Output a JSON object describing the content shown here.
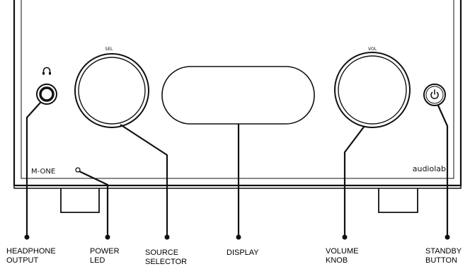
{
  "panel": {
    "sel_label": "SEL",
    "vol_label": "VOL",
    "model_name": "M-ONE",
    "brand_name": "audiolab"
  },
  "callouts": {
    "headphone_output": {
      "line1": "HEADPHONE",
      "line2": "OUTPUT"
    },
    "power_led": {
      "line1": "POWER",
      "line2": "LED"
    },
    "source_selector": {
      "line1": "SOURCE",
      "line2": "SELECTOR"
    },
    "display": {
      "line1": "DISPLAY"
    },
    "volume_knob": {
      "line1": "VOLUME",
      "line2": "KNOB"
    },
    "standby_button": {
      "line1": "STANDBY",
      "line2": "BUTTON"
    }
  },
  "icons": {
    "headphone": "headphone-icon",
    "power": "power-icon"
  },
  "colors": {
    "line": "#111111",
    "panel_fill": "#ffffff"
  }
}
